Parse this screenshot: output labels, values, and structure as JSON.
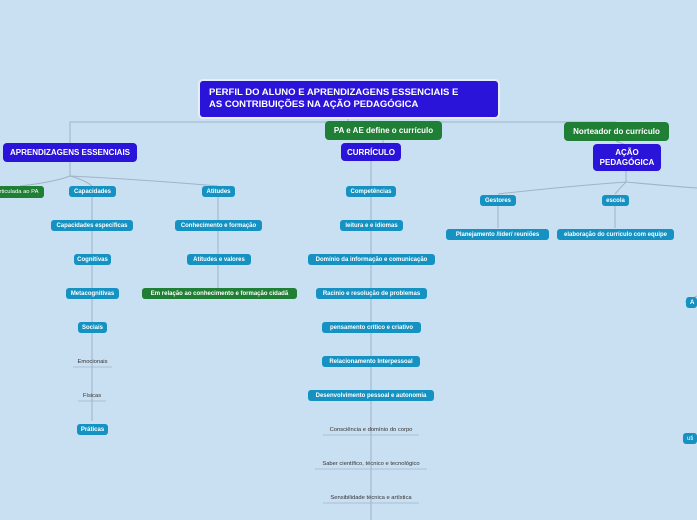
{
  "root": {
    "line1": "PERFIL DO ALUNO  E APRENDIZAGENS ESSENCIAIS E",
    "line2": "AS CONTRIBUIÇÕES NA AÇÃO  PEDAGÓGICA"
  },
  "links": {
    "pa_ae": "PA e AE define o currículo",
    "norteador": "Norteador do currículo"
  },
  "aprendizagens": {
    "title": "APRENDIZAGENS ESSENCIAIS",
    "articulada": "rticulada ao PA",
    "capacidades": "Capacidades",
    "capacidades_items": [
      "Capacidades especificas",
      "Cognitivas",
      "Metacognitivas",
      "Sociais",
      "Emocionais",
      "Físicas",
      "Práticas"
    ],
    "atitudes": "Atitudes",
    "conhecimento": "Conhecimento e formação",
    "atitudes_valores": "Atitudes e valores",
    "em_relacao": "Em relação ao conhecimento e formação cidadã"
  },
  "curriculo": {
    "title": "CURRÍCULO",
    "competencias": "Competências",
    "items": [
      "leitura e e idiomas",
      "Domínio da informação e comunicação",
      "Racinio e resolução de problemas",
      "pensamento crítico e criativo",
      "Relacionamento Interpessoal",
      "Desenvolvimento pessoal e autonomia"
    ],
    "plain_items": [
      "Consciência e domínio do corpo",
      "Saber científico, técnico e tecnológico",
      "Sensibilidade técnica e artística"
    ]
  },
  "accao": {
    "line1": "AÇÃO",
    "line2": "PEDAGÓGICA",
    "gestores": "Gestores",
    "planejamento": "Planejamento /líder/ reuniões",
    "escola": "escola",
    "elaboracao": "elaboração do currículo com equipe"
  },
  "edge": {
    "a": "A",
    "b": "uti"
  },
  "colors": {
    "background": "#c9dff2",
    "main": "#2b14d9",
    "green": "#1f7f34",
    "sub": "#1592c2",
    "line": "#9fb4c6"
  }
}
